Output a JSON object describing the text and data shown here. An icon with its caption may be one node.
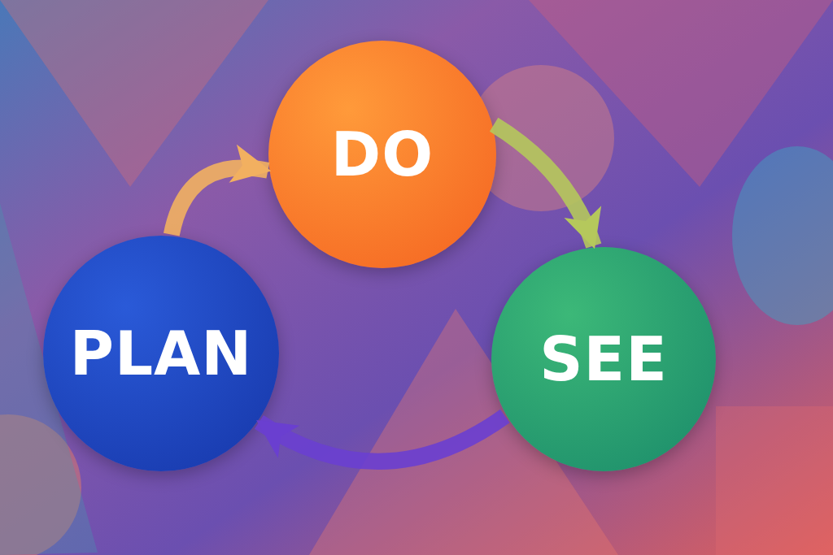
{
  "diagram": {
    "nodes": [
      {
        "text": [
          "PLAN"
        ]
      },
      {
        "text": [
          "DO"
        ]
      },
      {
        "text": [
          "SEE"
        ]
      }
    ],
    "edges": [
      {
        "from": 0,
        "to": 1,
        "arrow": "to",
        "color": "#f2b060"
      },
      {
        "from": 1,
        "to": 2,
        "arrow": "to",
        "color": "#b5c85c"
      },
      {
        "from": 2,
        "to": 0,
        "arrow": "to",
        "color": "#6a3fd0"
      }
    ]
  }
}
